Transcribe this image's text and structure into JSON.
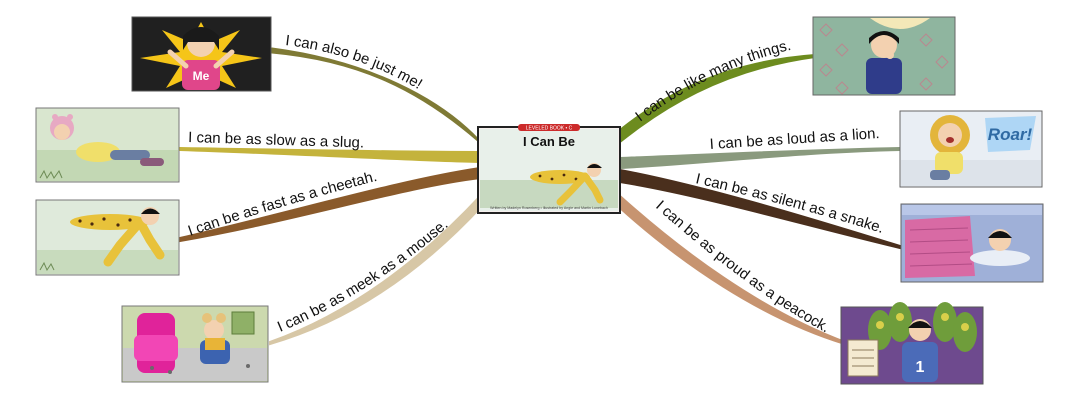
{
  "center": {
    "banner": "LEVELED BOOK • C",
    "title": "I Can Be",
    "credits": "Written by Madelyn Rosenberg • Illustrated by Angie and Martin Lunebach"
  },
  "branches": [
    {
      "label": "I can also be just me!",
      "color": "#7f7a35",
      "image": "me-illustration",
      "badge": "Me"
    },
    {
      "label": "I can be as slow as a slug.",
      "color": "#c4b33c",
      "image": "slug-illustration"
    },
    {
      "label": "I can be as fast as a cheetah.",
      "color": "#8a5a2b",
      "image": "cheetah-illustration"
    },
    {
      "label": "I can be as meek as a mouse.",
      "color": "#d7c7a6",
      "image": "mouse-illustration"
    },
    {
      "label": "I can be like many things.",
      "color": "#6d8c1f",
      "image": "thinking-illustration"
    },
    {
      "label": "I can be as loud as a lion.",
      "color": "#8a9a7e",
      "image": "lion-illustration",
      "badge": "Roar!"
    },
    {
      "label": "I can be as silent as a snake.",
      "color": "#4a2f1d",
      "image": "snake-illustration"
    },
    {
      "label": "I can be as proud as a peacock.",
      "color": "#c79470",
      "image": "peacock-illustration",
      "badge": "1"
    }
  ]
}
